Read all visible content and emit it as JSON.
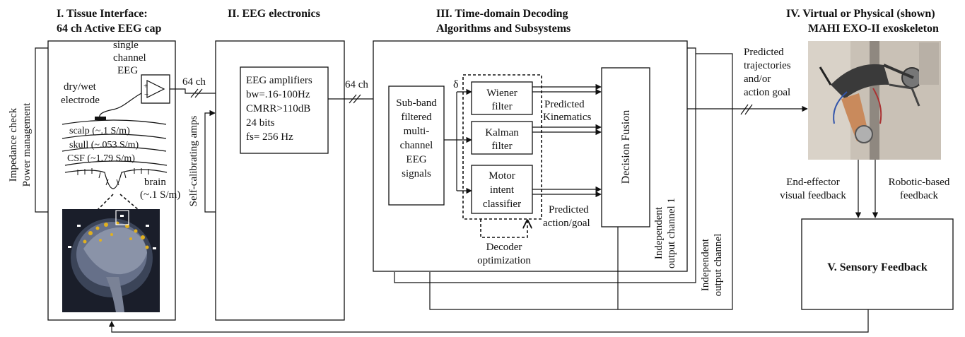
{
  "stage1": {
    "title_line1": "I. Tissue Interface:",
    "title_line2": "64 ch Active EEG cap"
  },
  "stage2": {
    "title": "II. EEG electronics"
  },
  "stage3": {
    "title_line1": "III. Time-domain Decoding",
    "title_line2": "Algorithms and Subsystems"
  },
  "stage4": {
    "title_line1": "IV. Virtual or Physical (shown)",
    "title_line2": "MAHI EXO-II exoskeleton"
  },
  "stage5": {
    "title": "V. Sensory Feedback"
  },
  "labels": {
    "single_channel": [
      "single",
      "channel",
      "EEG"
    ],
    "electrode": [
      "dry/wet",
      "electrode"
    ],
    "impedance": [
      "Impedance check",
      "Power management"
    ],
    "self_calibrating": "Self-calibrating amps",
    "ch64_a": "64 ch",
    "ch64_b": "64 ch",
    "layers": [
      "scalp (~.1 S/m)",
      "skull (~.053 S/m)",
      "CSF (~1.79 S/m)"
    ],
    "brain": [
      "brain",
      "(~.1 S/m)"
    ],
    "amp_specs": [
      "EEG amplifiers",
      "bw=.16-100Hz",
      "CMRR>110dB",
      "24 bits",
      "fs= 256 Hz"
    ],
    "subband": [
      "Sub-band",
      "filtered",
      "multi-",
      "channel",
      "EEG",
      "signals"
    ],
    "delta": "δ",
    "wiener": [
      "Wiener",
      "filter"
    ],
    "kalman": [
      "Kalman",
      "filter"
    ],
    "motor": [
      "Motor",
      "intent",
      "classifier"
    ],
    "predicted_kinematics": [
      "Predicted",
      "Kinematics"
    ],
    "predicted_action": [
      "Predicted",
      "action/goal"
    ],
    "decision_fusion": "Decision Fusion",
    "decoder_opt": [
      "Decoder",
      "optimization"
    ],
    "indep1": [
      "Independent",
      "output channel 1"
    ],
    "indep2": [
      "Independent",
      "output channel"
    ],
    "predicted_traj": [
      "Predicted",
      "trajectories",
      "and/or",
      "action goal"
    ],
    "end_effector": [
      "End-effector",
      "visual feedback"
    ],
    "robotic": [
      "Robotic-based",
      "feedback"
    ]
  },
  "colors": {
    "line": "#111111",
    "mri_bg": "#1a1e2a",
    "mri_highlight": "#e0b020",
    "photo_bg": "#c9c1b6",
    "arm": "#c98a5c"
  }
}
